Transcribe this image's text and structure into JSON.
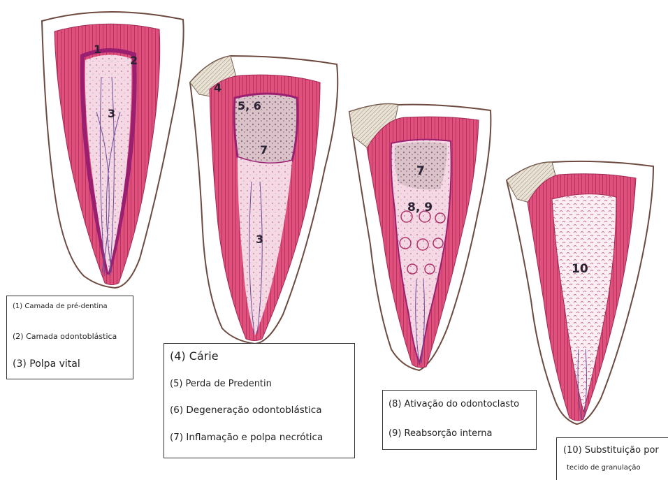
{
  "labels": {
    "t1_l1": "1",
    "t1_l2": "2",
    "t1_l3": "3",
    "t2_l4": "4",
    "t2_l56": "5, 6",
    "t2_l7": "7",
    "t2_l3": "3",
    "t3_l7": "7",
    "t3_l89": "8, 9",
    "t4_l10": "10"
  },
  "legend1": {
    "line1": "(1) Camada de pré-dentina",
    "line2": "(2) Camada odontoblástica",
    "line3": "(3) Polpa vital"
  },
  "legend2": {
    "line1": "(4) Cárie",
    "line2": "(5) Perda de Predentin",
    "line3": "(6) Degeneração odontoblástica",
    "line4": "(7) Inflamação e polpa necrótica"
  },
  "legend3": {
    "line1": "(8) Ativação do odontoclasto",
    "line2": "(9) Reabsorção interna"
  },
  "legend4": {
    "line1": "(10) Substituição por",
    "line2": "tecido de granulação"
  }
}
